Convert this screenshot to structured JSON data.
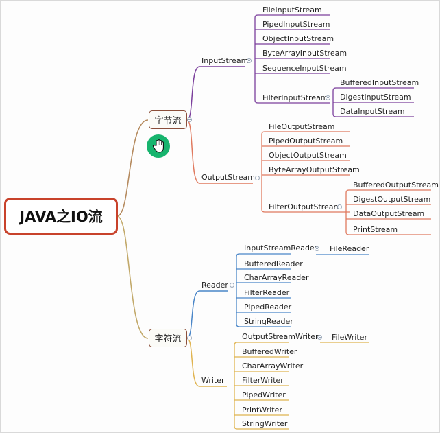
{
  "root": "JAVA之IO流",
  "byte_stream": {
    "label": "字节流",
    "input": {
      "label": "InputStream",
      "children": [
        "FileInputStream",
        "PipedInputStream",
        "ObjectInputStream",
        "ByteArrayInputStream",
        "SequenceInputStream"
      ],
      "filter": {
        "label": "FilterInputStream",
        "children": [
          "BufferedInputStream",
          "DigestInputStream",
          "DataInputStream"
        ]
      }
    },
    "output": {
      "label": "OutputStream",
      "children": [
        "FileOutputStream",
        "PipedOutputStream",
        "ObjectOutputStream",
        "ByteArrayOutputStream"
      ],
      "filter": {
        "label": "FilterOutputStream",
        "children": [
          "BufferedOutputStream",
          "DigestOutputStream",
          "DataOutputStream",
          "PrintStream"
        ]
      }
    }
  },
  "char_stream": {
    "label": "字符流",
    "reader": {
      "label": "Reader",
      "bridge": {
        "label": "InputStreamReader",
        "child": "FileReader"
      },
      "children": [
        "BufferedReader",
        "CharArrayReader",
        "FilterReader",
        "PipedReader",
        "StringReader"
      ]
    },
    "writer": {
      "label": "Writer",
      "bridge": {
        "label": "OutputStreamWriter",
        "child": "FileWriter"
      },
      "children": [
        "BufferedWriter",
        "CharArrayWriter",
        "FilterWriter",
        "PipedWriter",
        "PrintWriter",
        "StringWriter"
      ]
    }
  },
  "colors": {
    "root_border": "#c8422b",
    "input_branch": "#7b3f9c",
    "output_branch": "#e07a5f",
    "reader_branch": "#4a86c8",
    "writer_branch": "#e0b450",
    "cursor": "#17b46e"
  },
  "icons": {
    "cursor": "hand-cursor-icon",
    "collapse": "collapse-toggle-icon"
  }
}
